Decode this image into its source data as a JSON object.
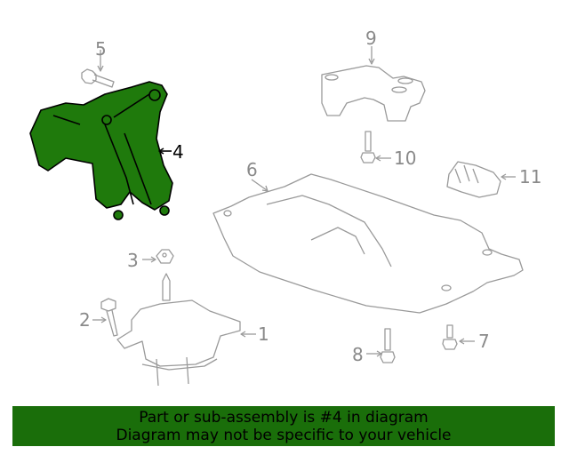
{
  "diagram": {
    "highlight_color": "#1f7a0c",
    "line_color": "#9a9a9a",
    "callouts": [
      {
        "id": "1",
        "label": "1",
        "part": "engine-mount"
      },
      {
        "id": "2",
        "label": "2",
        "part": "mount-bolt"
      },
      {
        "id": "3",
        "label": "3",
        "part": "nut"
      },
      {
        "id": "4",
        "label": "4",
        "part": "mount-bracket",
        "highlighted": true
      },
      {
        "id": "5",
        "label": "5",
        "part": "bracket-bolt"
      },
      {
        "id": "6",
        "label": "6",
        "part": "crossmember"
      },
      {
        "id": "7",
        "label": "7",
        "part": "crossmember-bolt"
      },
      {
        "id": "8",
        "label": "8",
        "part": "crossmember-bolt"
      },
      {
        "id": "9",
        "label": "9",
        "part": "transmission-bracket"
      },
      {
        "id": "10",
        "label": "10",
        "part": "bracket-bolt"
      },
      {
        "id": "11",
        "label": "11",
        "part": "transmission-mount"
      }
    ]
  },
  "banner": {
    "line1": "Part or sub-assembly is #4 in diagram",
    "line2": "Diagram may not be specific to your vehicle",
    "background": "#1a6e0a"
  }
}
